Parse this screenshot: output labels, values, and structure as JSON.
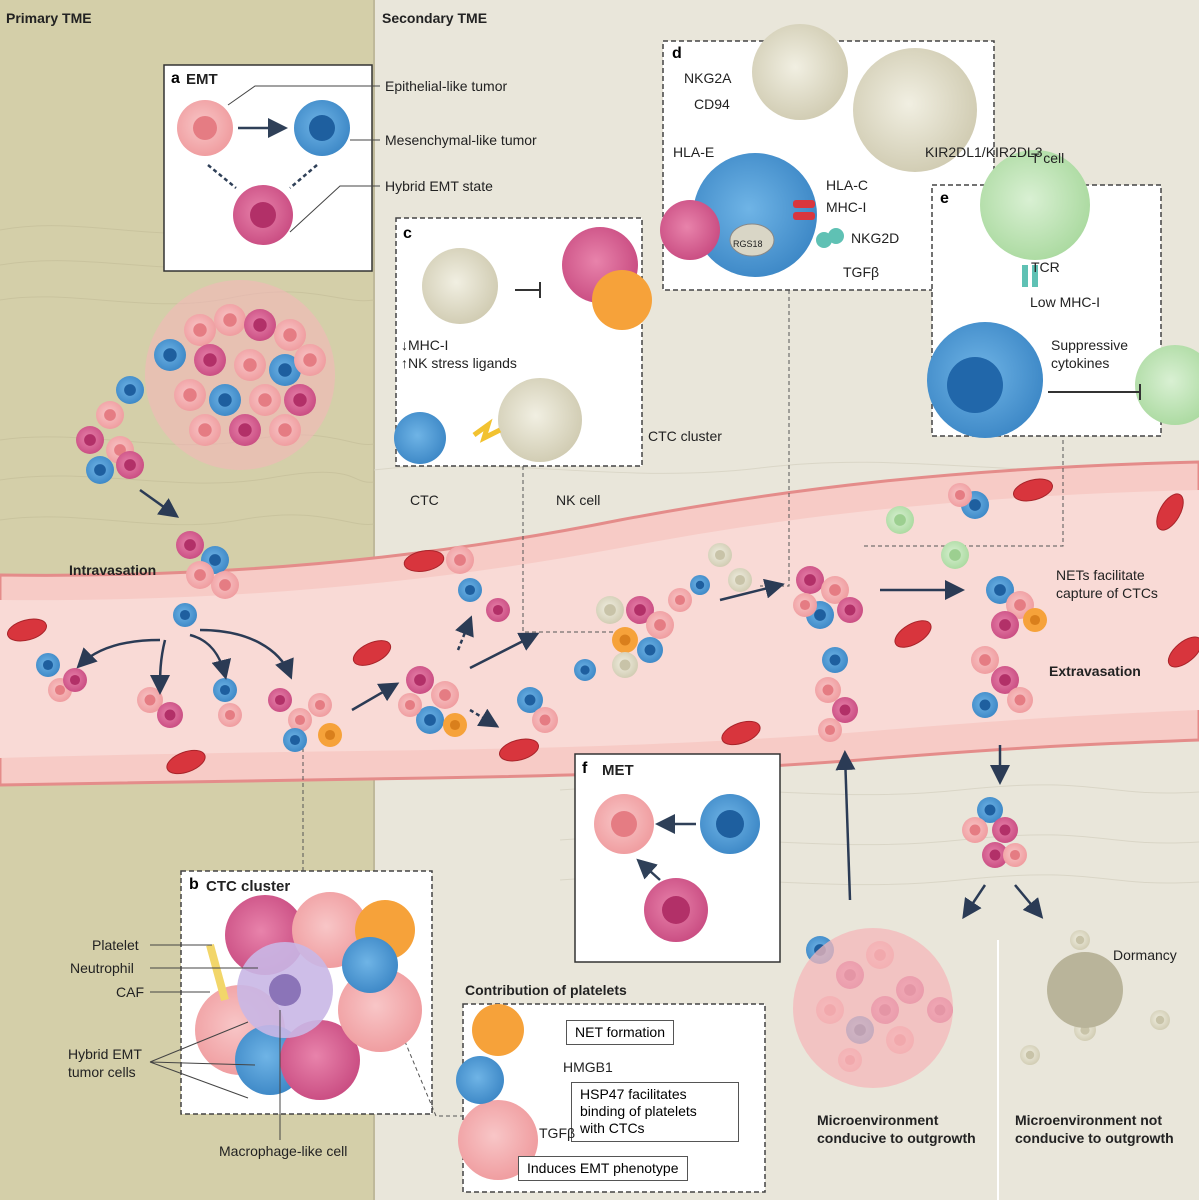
{
  "header": {
    "primary": "Primary TME",
    "secondary": "Secondary TME"
  },
  "panel_a": {
    "letter": "a",
    "title": "EMT",
    "labels": [
      "Epithelial-like tumor",
      "Mesenchymal-like tumor",
      "Hybrid EMT state"
    ]
  },
  "panel_b": {
    "letter": "b",
    "title": "CTC cluster",
    "labels": [
      "Platelet",
      "Neutrophil",
      "CAF",
      "Hybrid EMT",
      "tumor cells",
      "Macrophage-like cell"
    ]
  },
  "panel_c": {
    "letter": "c",
    "mhc": "↓MHC-I",
    "nk_ligands": "↑NK stress ligands",
    "ctc_cluster": "CTC cluster",
    "ctc": "CTC",
    "nk_cell": "NK cell"
  },
  "panel_d": {
    "letter": "d",
    "labels": [
      "NKG2A",
      "CD94",
      "HLA-E",
      "HLA-C",
      "MHC-I",
      "NKG2D",
      "TGFβ",
      "KIR2DL1/KIR2DL3"
    ],
    "rgs": "RGS18"
  },
  "panel_e": {
    "letter": "e",
    "t_cell": "T cell",
    "tcr": "TCR",
    "low_mhc": "Low MHC-I",
    "cytokines_1": "Suppressive",
    "cytokines_2": "cytokines"
  },
  "panel_f": {
    "letter": "f",
    "title": "MET"
  },
  "platelets": {
    "title": "Contribution of platelets",
    "net": "NET formation",
    "hmgb1": "HMGB1",
    "hsp47_1": "HSP47 facilitates",
    "hsp47_2": "binding of platelets",
    "hsp47_3": "with CTCs",
    "tgfb": "TGFβ",
    "induces": "Induces EMT phenotype"
  },
  "flow": {
    "intravasation": "Intravasation",
    "extravasation": "Extravasation",
    "nets_1": "NETs facilitate",
    "nets_2": "capture of CTCs",
    "dormancy": "Dormancy",
    "conducive_1": "Microenvironment",
    "conducive_2": "conducive to outgrowth",
    "not_conducive_1": "Microenvironment not",
    "not_conducive_2": "conducive to outgrowth"
  },
  "colors": {
    "epithelial": "#f3a3a6",
    "mesenchymal": "#4b9bd6",
    "hybrid": "#d9588e",
    "nk": "#ddd9c4",
    "t_cell": "#bfe3b7",
    "neutrophil": "#f6a23a",
    "macrophage": "#c9b7e6",
    "caf": "#5f6478",
    "platelet": "#f2d66a",
    "vessel": "#f6c3c0",
    "rbc": "#d9363e"
  }
}
